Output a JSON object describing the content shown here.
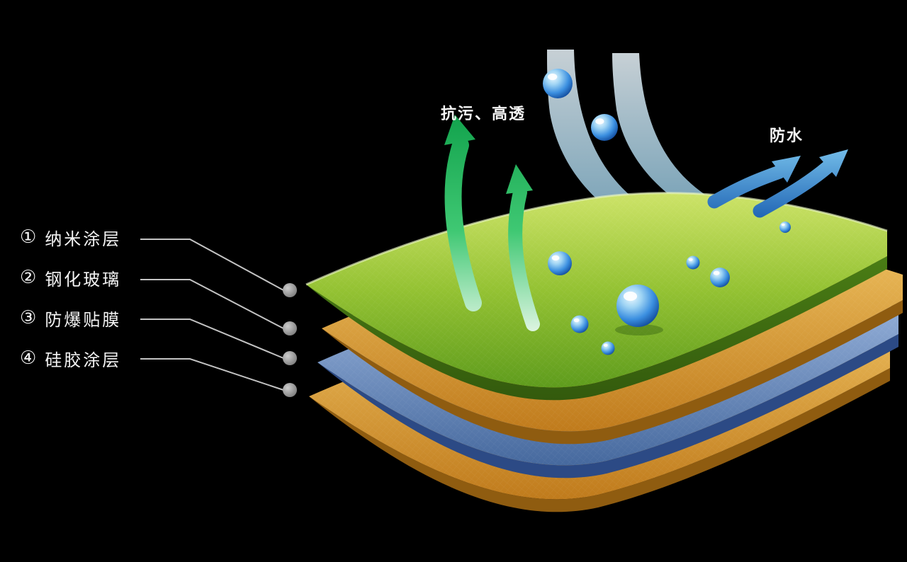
{
  "page": {
    "background": "#000000",
    "description_labels_visible": true
  },
  "legend": {
    "items": [
      {
        "num": "①",
        "label": "纳米涂层"
      },
      {
        "num": "②",
        "label": "钢化玻璃"
      },
      {
        "num": "③",
        "label": "防爆贴膜"
      },
      {
        "num": "④",
        "label": "硅胶涂层"
      }
    ]
  },
  "annotations": {
    "anti_stain": "抗污、高透",
    "waterproof": "防水"
  },
  "colors": {
    "background": "#000000",
    "label_text": "#f4f4f4",
    "leader_line": "#d9d9d9",
    "connector_dot": "#a0a0a0",
    "layer_nano_green": "#8fc030",
    "layer_glass_orange": "#d99a33",
    "layer_film_blue": "#5b86c8",
    "layer_silicone_orange": "#d99a33",
    "droplet_blue": "#2f7fd4",
    "arrow_green": "#17a04a",
    "arrow_blue": "#2f7ec9",
    "water_ribbon": "#bfe3f6"
  }
}
